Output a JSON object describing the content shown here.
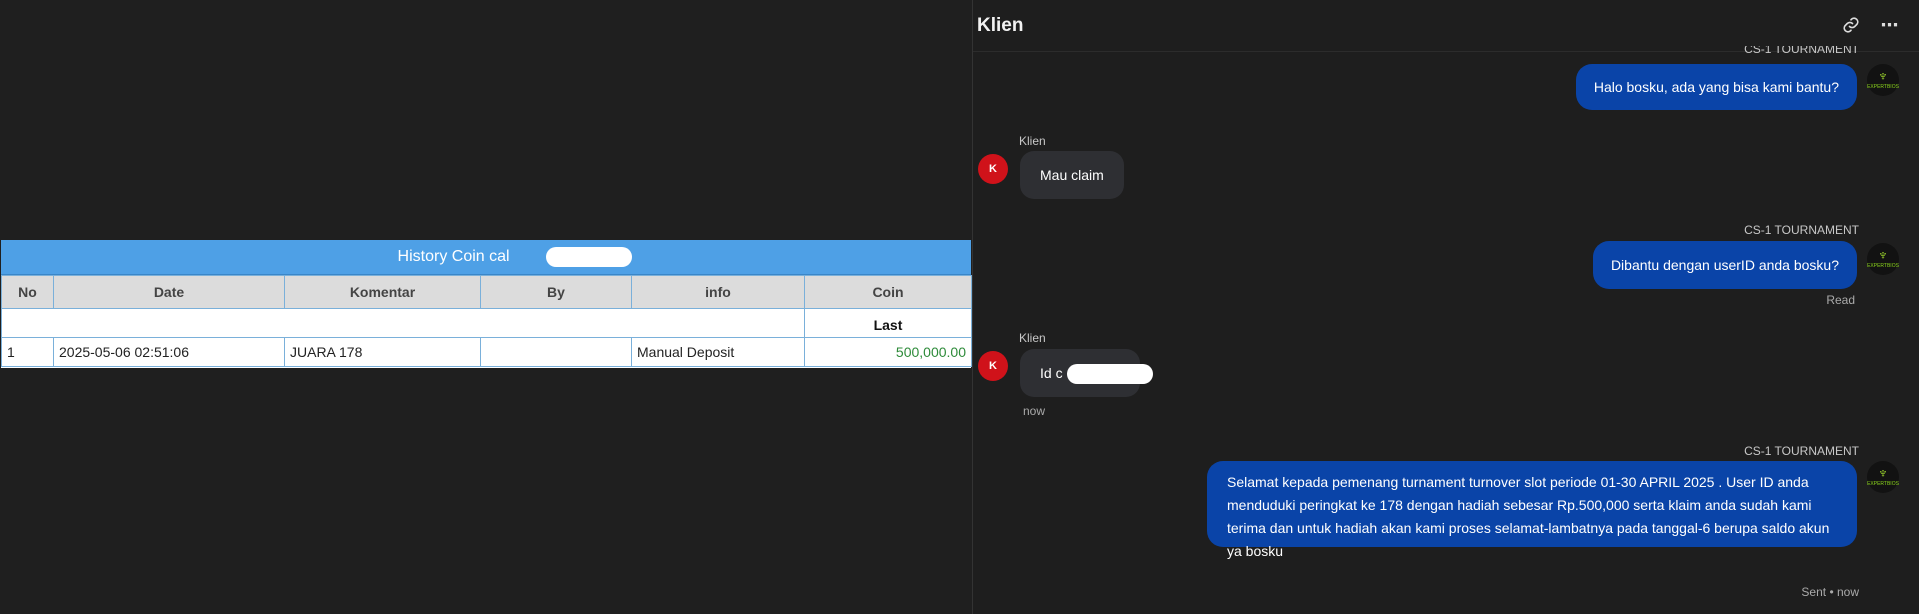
{
  "history": {
    "title": "History Coin cal          vip",
    "columns": [
      "No",
      "Date",
      "Komentar",
      "By",
      "info",
      "Coin"
    ],
    "sub_label": "Last",
    "rows": [
      {
        "no": "1",
        "date": "2025-05-06 02:51:06",
        "komentar": "JUARA 178",
        "by": "",
        "info": "Manual Deposit",
        "coin": "500,000.00"
      }
    ],
    "coin_color": "#2e8b3a",
    "header_color": "#4ea0e6"
  },
  "chat": {
    "title": "Klien",
    "link_icon": "link-icon",
    "more_icon": "more-horizontal-icon",
    "top_cut_label": "CS-1 TOURNAMENT",
    "messages": [
      {
        "from": "cs",
        "text": "Halo bosku, ada yang bisa kami bantu?"
      },
      {
        "from": "klien",
        "sender": "Klien",
        "avatar": "K",
        "text": "Mau claim"
      },
      {
        "from": "cs",
        "sender": "CS-1 TOURNAMENT",
        "text": "Dibantu dengan userID anda bosku?",
        "status": "Read"
      },
      {
        "from": "klien",
        "sender": "Klien",
        "avatar": "K",
        "text": "Id c            ip",
        "time": "now"
      },
      {
        "from": "cs",
        "sender": "CS-1 TOURNAMENT",
        "text": "Selamat kepada pemenang turnament turnover slot periode 01-30 APRIL 2025 . User ID anda menduduki peringkat ke 178 dengan hadiah sebesar Rp.500,000 serta klaim anda sudah kami terima dan untuk hadiah akan kami proses selamat-lambatnya pada tanggal-6 berupa saldo akun ya bosku",
        "status": "Sent • now"
      }
    ],
    "cs_avatar_label": "EXPERTBIOS",
    "accent": "#0a44a8",
    "klien_avatar_color": "#d0121a"
  }
}
